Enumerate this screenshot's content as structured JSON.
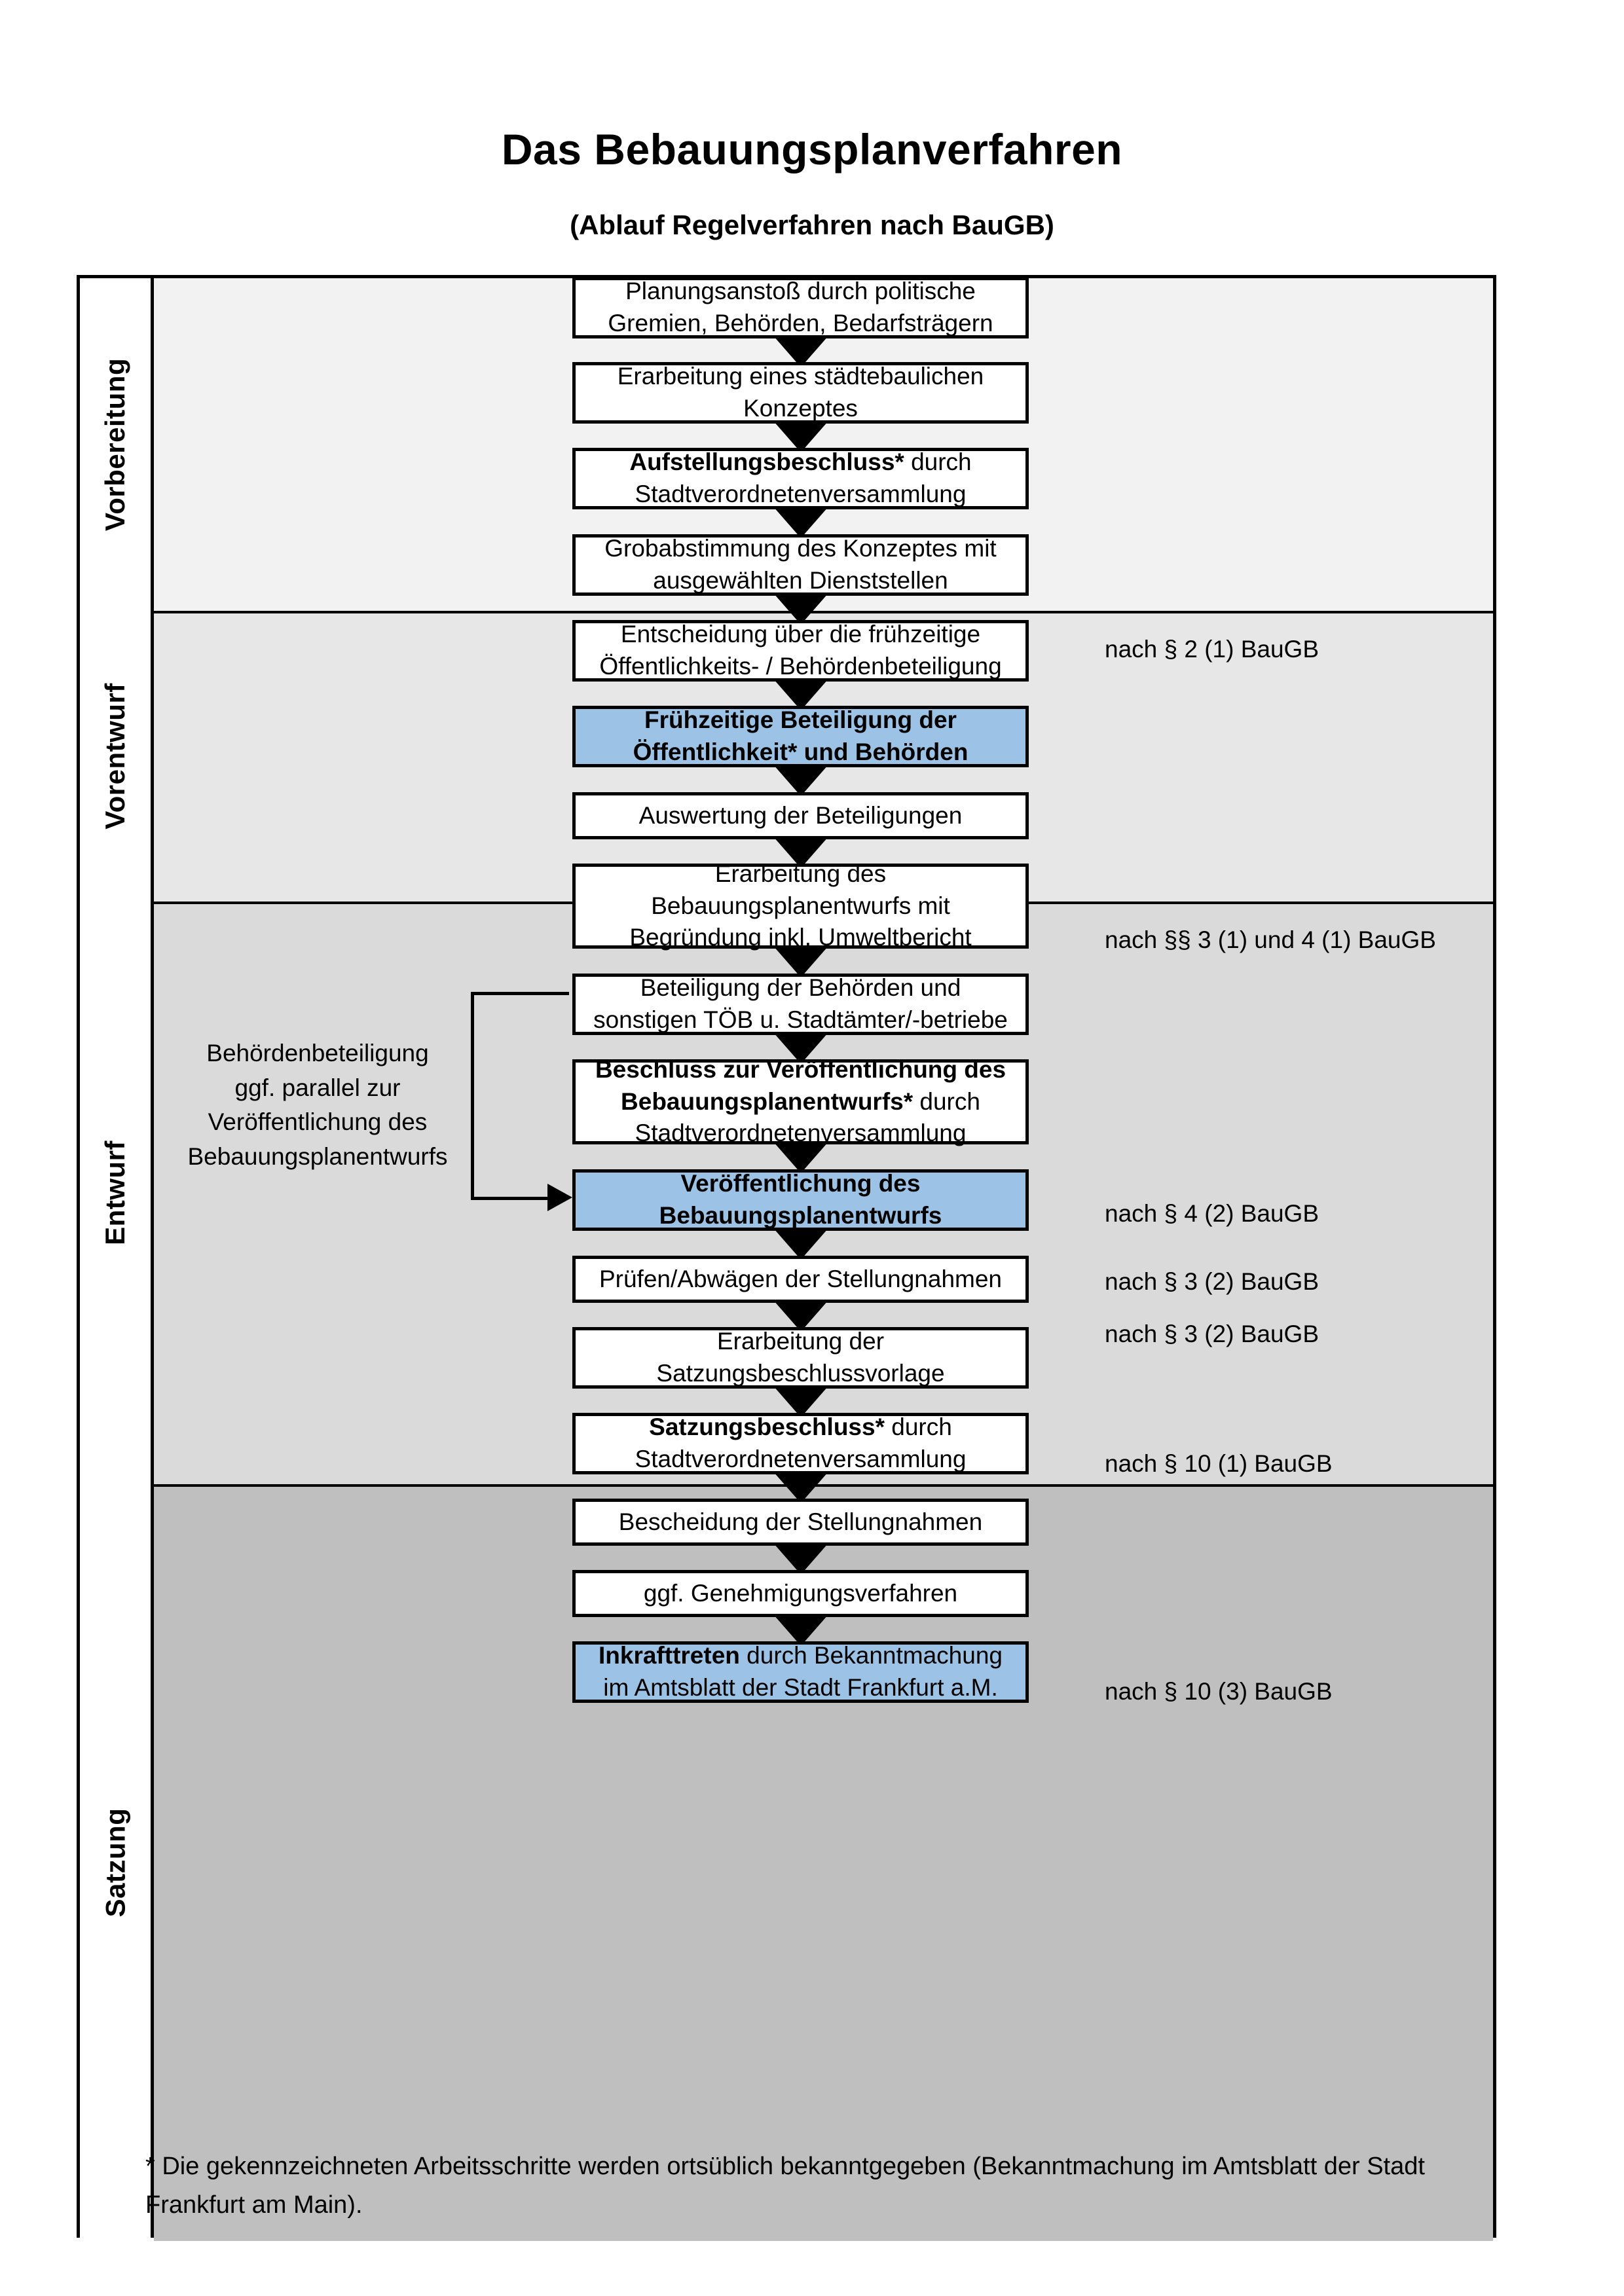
{
  "header": {
    "title": "Das Bebauungsplanverfahren",
    "subtitle": "(Ablauf Regelverfahren nach BauGB)"
  },
  "phases": [
    {
      "id": "vorbereitung",
      "label": "Vorbereitung",
      "bg": "#F2F2F2"
    },
    {
      "id": "vorentwurf",
      "label": "Vorentwurf",
      "bg": "#E7E7E7"
    },
    {
      "id": "entwurf",
      "label": "Entwurf",
      "bg": "#DADADA"
    },
    {
      "id": "satzung",
      "label": "Satzung",
      "bg": "#BFBFBF"
    }
  ],
  "steps": [
    {
      "id": "s1",
      "phase": "vorbereitung",
      "lines": [
        "Planungsanstoß durch politische",
        "Gremien, Behörden, Bedarfsträgern"
      ],
      "bold": "",
      "highlight": false
    },
    {
      "id": "s2",
      "phase": "vorbereitung",
      "lines": [
        "Erarbeitung eines städtebaulichen",
        "Konzeptes"
      ],
      "bold": "",
      "highlight": false
    },
    {
      "id": "s3",
      "phase": "vorbereitung",
      "lines": [
        "Aufstellungsbeschluss* durch",
        "Stadtverordnetenversammlung"
      ],
      "bold": "Aufstellungsbeschluss*",
      "highlight": false
    },
    {
      "id": "s4",
      "phase": "vorentwurf",
      "lines": [
        "Grobabstimmung des Konzeptes mit",
        "ausgewählten Dienststellen"
      ],
      "bold": "",
      "highlight": false
    },
    {
      "id": "s5",
      "phase": "vorentwurf",
      "lines": [
        "Entscheidung über die frühzeitige",
        "Öffentlichkeits- / Behördenbeteiligung"
      ],
      "bold": "",
      "highlight": false
    },
    {
      "id": "s6",
      "phase": "vorentwurf",
      "lines": [
        "Frühzeitige Beteiligung der",
        "Öffentlichkeit* und Behörden"
      ],
      "bold": "all",
      "highlight": true
    },
    {
      "id": "s7",
      "phase": "entwurf",
      "lines": [
        "Auswertung der Beteiligungen"
      ],
      "bold": "",
      "highlight": false
    },
    {
      "id": "s8",
      "phase": "entwurf",
      "lines": [
        "Erarbeitung des",
        "Bebauungsplanentwurfs mit",
        "Begründung inkl. Umweltbericht"
      ],
      "bold": "",
      "highlight": false
    },
    {
      "id": "s9",
      "phase": "entwurf",
      "lines": [
        "Beteiligung der Behörden und",
        "sonstigen TÖB u. Stadtämter/-betriebe"
      ],
      "bold": "",
      "highlight": false
    },
    {
      "id": "s10",
      "phase": "entwurf",
      "lines": [
        "Beschluss zur Veröffentlichung des",
        "Bebauungsplanentwurfs* durch",
        "Stadtverordnetenversammlung"
      ],
      "bold": "Beschluss zur Veröffentlichung des Bebauungsplanentwurfs*",
      "highlight": false
    },
    {
      "id": "s11",
      "phase": "entwurf",
      "lines": [
        "Veröffentlichung des",
        "Bebauungsplanentwurfs"
      ],
      "bold": "all",
      "highlight": true
    },
    {
      "id": "s12",
      "phase": "satzung",
      "lines": [
        "Prüfen/Abwägen der Stellungnahmen"
      ],
      "bold": "",
      "highlight": false
    },
    {
      "id": "s13",
      "phase": "satzung",
      "lines": [
        "Erarbeitung der",
        "Satzungsbeschlussvorlage"
      ],
      "bold": "",
      "highlight": false
    },
    {
      "id": "s14",
      "phase": "satzung",
      "lines": [
        "Satzungsbeschluss* durch",
        "Stadtverordnetenversammlung"
      ],
      "bold": "Satzungsbeschluss*",
      "highlight": false
    },
    {
      "id": "s15",
      "phase": "satzung",
      "lines": [
        "Bescheidung der Stellungnahmen"
      ],
      "bold": "",
      "highlight": false
    },
    {
      "id": "s16",
      "phase": "satzung",
      "lines": [
        "ggf. Genehmigungsverfahren"
      ],
      "bold": "",
      "highlight": false
    },
    {
      "id": "s17",
      "phase": "satzung",
      "lines": [
        "Inkrafttreten durch Bekanntmachung",
        "im Amtsblatt der Stadt Frankfurt a.M."
      ],
      "bold": "Inkrafttreten",
      "highlight": true
    }
  ],
  "legal_notes": [
    {
      "id": "l1",
      "text": "nach § 2 (1) BauGB"
    },
    {
      "id": "l2",
      "text": "nach §§ 3 (1) und 4 (1) BauGB"
    },
    {
      "id": "l3",
      "text": "nach § 4 (2) BauGB"
    },
    {
      "id": "l4",
      "text": "nach § 3 (2) BauGB"
    },
    {
      "id": "l5",
      "text": "nach § 3 (2) BauGB"
    },
    {
      "id": "l6",
      "text": "nach § 10 (1) BauGB"
    },
    {
      "id": "l7",
      "text": "nach § 10 (3) BauGB"
    }
  ],
  "side_note": {
    "lines": [
      "Behördenbeteiligung",
      "ggf. parallel zur",
      "Veröffentlichung des",
      "Bebauungsplanentwurfs"
    ]
  },
  "footnote": {
    "text": "* Die gekennzeichneten Arbeitsschritte werden ortsüblich bekanntgegeben (Bekanntmachung im Amtsblatt  der Stadt Frankfurt am Main)."
  },
  "colors": {
    "highlight_blue": "#9CC3E5",
    "border_black": "#000000",
    "page_white": "#FFFFFF"
  }
}
